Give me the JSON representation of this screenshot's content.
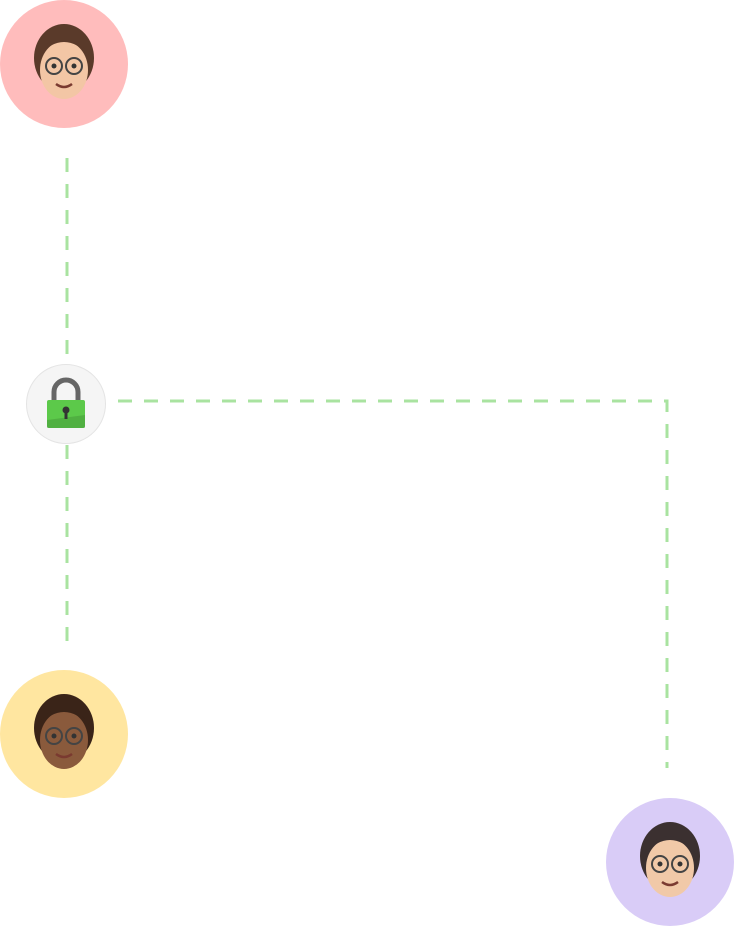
{
  "diagram": {
    "nodes": [
      {
        "id": "user-top",
        "kind": "avatar",
        "background": "#ffbcbc",
        "skin": "#f3c6a5",
        "hair": "#5a3a2a"
      },
      {
        "id": "lock",
        "kind": "lock",
        "background": "#f5f5f5",
        "body": "#5cc94a",
        "shackle": "#666666"
      },
      {
        "id": "user-bottom-left",
        "kind": "avatar",
        "background": "#ffe6a0",
        "skin": "#8a5a3c",
        "hair": "#3a2418"
      },
      {
        "id": "user-bottom-right",
        "kind": "avatar",
        "background": "#d9ccf7",
        "skin": "#f1c9a8",
        "hair": "#3b3030"
      }
    ],
    "edges": [
      {
        "from": "user-top",
        "to": "lock"
      },
      {
        "from": "lock",
        "to": "user-bottom-left"
      },
      {
        "from": "lock",
        "to": "user-bottom-right"
      }
    ],
    "line_color": "#a9e3a0"
  }
}
